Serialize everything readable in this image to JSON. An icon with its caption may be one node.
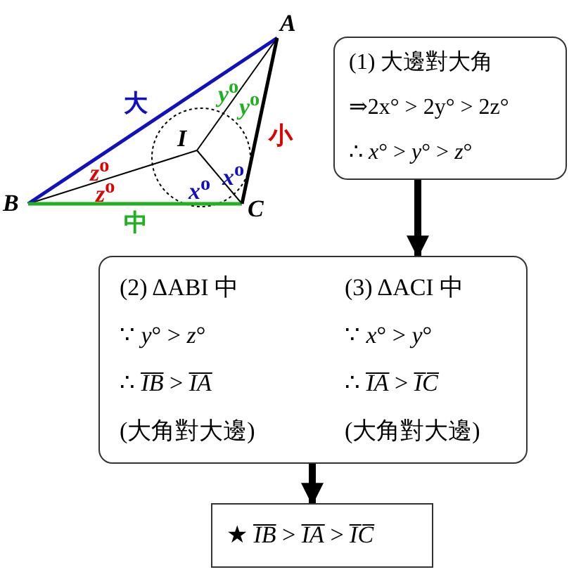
{
  "diagram": {
    "nodes": [
      {
        "text": [
          "(1) 大邊對大角",
          "⇒2x° > 2y° > 2z°",
          "∴  *x*° > *y*° > *z*°"
        ]
      },
      {
        "text": [
          "(2) ΔABI  中",
          "∵  *y*° > *z*°",
          "∴ *I̅B̅* > *I̅A̅*",
          "(大角對大邊)",
          "(3) ΔACI  中",
          "∵  *x*° > *y*°",
          "∴ *I̅A̅* > *I̅C̅*",
          "(大角對大邊)"
        ]
      },
      {
        "text": [
          "★ *I̅B̅* > *I̅A̅* > *I̅C̅*"
        ]
      }
    ],
    "edges": [
      {
        "from": 0,
        "to": 1,
        "arrow": "to"
      },
      {
        "from": 1,
        "to": 2,
        "arrow": "to"
      }
    ],
    "labels": [
      "*A*",
      "*y*$^{o}$",
      "*y*$^{o}$",
      "大",
      "*I*",
      "小",
      "*z*$^{o}$",
      "*z*$^{o}$",
      "*x*$^{o}$",
      "*x*$^{o}$",
      "*B*",
      "*C*",
      "中"
    ]
  }
}
